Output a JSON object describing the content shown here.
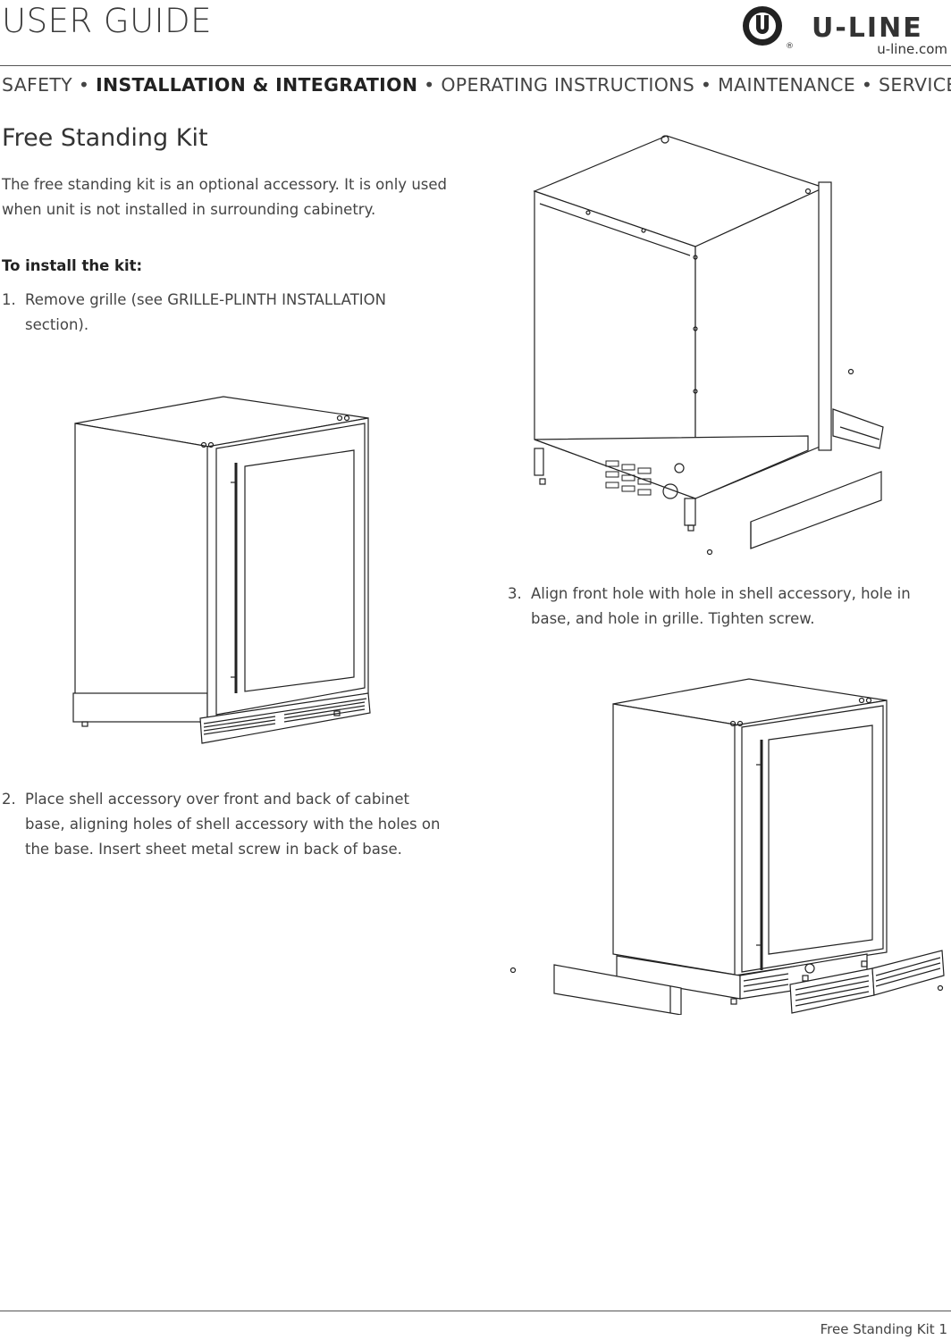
{
  "header": {
    "doc_title": "USER GUIDE",
    "logo_text": "U-LINE",
    "logo_url": "u-line.com",
    "registered_mark": "®"
  },
  "nav": {
    "items": [
      {
        "label": "SAFETY",
        "active": false
      },
      {
        "label": "INSTALLATION & INTEGRATION",
        "active": true
      },
      {
        "label": "OPERATING INSTRUCTIONS",
        "active": false
      },
      {
        "label": "MAINTENANCE",
        "active": false
      },
      {
        "label": "SERVICE",
        "active": false
      }
    ],
    "separator": "•"
  },
  "content": {
    "section_title": "Free Standing Kit",
    "intro": "The free standing kit is an optional accessory. It is only used when unit is not installed in surrounding cabinetry.",
    "kit_heading": "To install the kit:",
    "steps": [
      {
        "num": "1.",
        "text": "Remove grille (see GRILLE-PLINTH INSTALLATION section)."
      },
      {
        "num": "2.",
        "text": "Place shell accessory over front and back of cabinet base, aligning holes of shell accessory with the holes on the base. Insert sheet metal screw in back of base."
      },
      {
        "num": "3.",
        "text": "Align front hole with hole in shell accessory, hole in base, and hole in grille. Tighten screw."
      }
    ]
  },
  "footer": {
    "page_label": "Free Standing Kit 1"
  }
}
